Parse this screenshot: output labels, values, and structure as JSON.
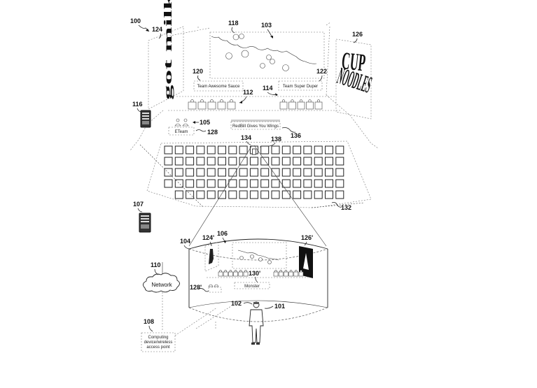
{
  "figure": {
    "title": "Virtual arena seating diagram",
    "reference_numerals": {
      "system": "100",
      "user": "101",
      "headset": "102",
      "main_screen": "103",
      "cylinder_view": "104",
      "spectator_group": "105",
      "view_window": "106",
      "server_a": "107",
      "computing_device": "108",
      "network": "110",
      "team_a_players": "112",
      "team_b_players": "114",
      "server_b": "116",
      "game_scene": "118",
      "team_a_banner": "120",
      "team_b_banner": "122",
      "left_ad": "124",
      "right_ad": "126",
      "left_ad_inner": "124'",
      "right_ad_inner": "126'",
      "group_banner": "128",
      "group_banner_inner": "128'",
      "center_banner_inner": "130'",
      "seating_area": "132",
      "selected_seat": "134",
      "center_banner": "136",
      "seat_marker": "138"
    },
    "labels": {
      "team_a": "Team Awesome Sauce",
      "team_b": "Team Super Duper",
      "center_banner": "RedBill Gives You Wings",
      "group_banner": "ETeam",
      "center_banner_inner": "Monster",
      "network": "Network",
      "computing_device_line1": "Computing",
      "computing_device_line2": "device/wireless",
      "computing_device_line3": "access point",
      "left_ad_text": "got milk?",
      "right_ad_line1": "CUP",
      "right_ad_line2": "NOODLES"
    },
    "seating": {
      "rows": 5,
      "columns_per_row": [
        17,
        17,
        17,
        17,
        16
      ],
      "selected_row": 1,
      "selected_column": 9
    }
  }
}
